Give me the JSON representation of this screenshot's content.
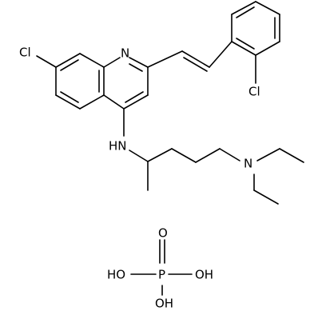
{
  "structure": {
    "cation": {
      "labels": {
        "chloro_quinoline": "Cl",
        "ring_nitrogen": "N",
        "chloro_phenyl": "Cl",
        "amine_nh": "HN",
        "diethylamine_n": "N"
      }
    },
    "phosphate": {
      "labels": {
        "phosphorus": "P",
        "double_oxygen": "O",
        "hydroxyl_left": "HO",
        "hydroxyl_right": "OH",
        "hydroxyl_bottom": "OH"
      }
    }
  }
}
